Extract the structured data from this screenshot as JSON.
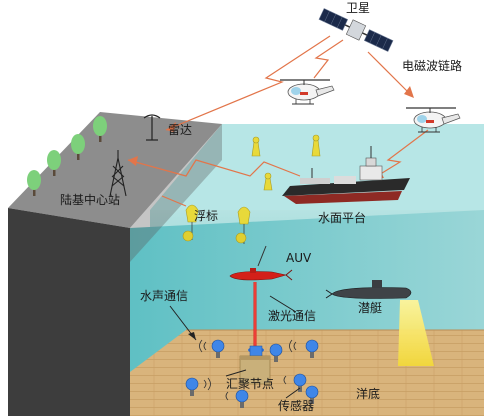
{
  "labels": {
    "satellite": "卫星",
    "em_link": "电磁波链路",
    "radar": "雷达",
    "shore_station": "陆基中心站",
    "buoy": "浮标",
    "surface_platform": "水面平台",
    "auv": "AUV",
    "acoustic_comm": "水声通信",
    "laser_comm": "激光通信",
    "submarine": "潜艇",
    "sink_node": "汇聚节点",
    "sensor": "传感器",
    "seabed": "洋底"
  },
  "colors": {
    "sea": "#a9dede",
    "sea_deep": "#8fd0d2",
    "seabed": "#d7b27a",
    "land_top": "#8c8c8c",
    "land_side": "#3f3f3f",
    "tree": "#7bd17a",
    "signal_link": "#e2754a",
    "laser": "#e0201a",
    "sub_light": "#f4e04a",
    "buoy": "#e8d93a"
  },
  "icons": [
    "satellite-icon",
    "helicopter-icon",
    "radar-icon",
    "antenna-tower-icon",
    "tree-icon",
    "buoy-icon",
    "ship-icon",
    "auv-icon",
    "submarine-icon",
    "sensor-icon",
    "sink-node-icon"
  ]
}
